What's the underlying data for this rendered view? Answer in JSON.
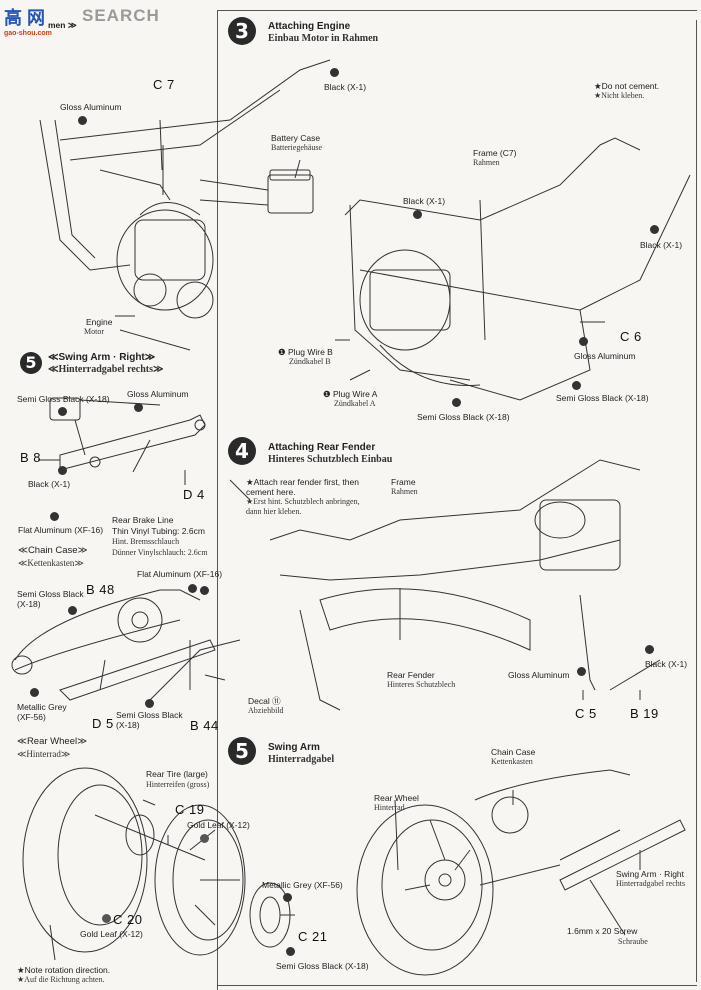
{
  "watermark": {
    "logo_text": "高 网",
    "logo_site": "gao-shou.com",
    "search_text": "SEARCH",
    "partial_heading": "men ≫"
  },
  "left_column": {
    "frame_section": {
      "part_c7": "C 7",
      "gloss_aluminum": "Gloss Aluminum",
      "battery_case_en": "Battery Case",
      "battery_case_de": "Batteriegehäuse",
      "engine_en": "Engine",
      "engine_de": "Motor"
    },
    "swing_arm_right": {
      "step": "5",
      "title_en": "≪Swing Arm · Right≫",
      "title_de": "≪Hinterradgabel rechts≫",
      "semi_gloss_black": "Semi Gloss Black (X-18)",
      "gloss_aluminum": "Gloss Aluminum",
      "part_b8": "B 8",
      "black": "Black (X-1)",
      "part_d4": "D 4",
      "flat_aluminum": "Flat Aluminum (XF-16)",
      "brake_line_en": "Rear Brake Line",
      "tubing_en": "Thin Vinyl Tubing: 2.6cm",
      "brake_line_de": "Hint. Bremsschlauch",
      "tubing_de": "Dünner Vinylschlauch: 2.6cm"
    },
    "chain_case": {
      "title_en": "≪Chain Case≫",
      "title_de": "≪Kettenkasten≫",
      "flat_aluminum": "Flat Aluminum (XF-16)",
      "part_b48": "B 48",
      "semi_gloss_black_1": "Semi Gloss Black",
      "semi_gloss_black_1_code": "(X-18)",
      "metallic_grey": "Metallic Grey",
      "metallic_grey_code": "(XF-56)",
      "part_d5": "D 5",
      "semi_gloss_black_2": "Semi Gloss Black",
      "semi_gloss_black_2_code": "(X-18)",
      "part_b44": "B 44",
      "decal_en": "Decal ⑪",
      "decal_de": "Abziehbild"
    },
    "rear_wheel": {
      "title_en": "≪Rear Wheel≫",
      "title_de": "≪Hinterrad≫",
      "rear_tire_en": "Rear Tire (large)",
      "rear_tire_de": "Hinterreifen (gross)",
      "part_c19": "C 19",
      "gold_leaf_1": "Gold Leaf (X-12)",
      "part_c20": "C 20",
      "gold_leaf_2": "Gold Leaf (X-12)",
      "metallic_grey": "Metallic Grey (XF-56)",
      "part_c21": "C 21",
      "semi_gloss_black": "Semi Gloss Black (X-18)",
      "note_en": "★Note rotation direction.",
      "note_de": "★Auf die Richtung achten."
    }
  },
  "step3": {
    "number": "3",
    "title_en": "Attaching Engine",
    "title_de": "Einbau Motor in Rahmen",
    "black_1": "Black (X-1)",
    "note_en": "★Do not cement.",
    "note_de": "★Nicht kleben.",
    "frame_en": "Frame (C7)",
    "frame_de": "Rahmen",
    "black_2": "Black (X-1)",
    "black_3": "Black (X-1)",
    "part_c6": "C 6",
    "gloss_aluminum": "Gloss Aluminum",
    "plug_wire_b_en": "❶ Plug Wire B",
    "plug_wire_b_de": "Zündkabel B",
    "plug_wire_a_en": "❶ Plug Wire A",
    "plug_wire_a_de": "Zündkabel A",
    "semi_gloss_black_1": "Semi Gloss Black (X-18)",
    "semi_gloss_black_2": "Semi Gloss Black (X-18)"
  },
  "step4": {
    "number": "4",
    "title_en": "Attaching Rear Fender",
    "title_de": "Hinteres Schutzblech Einbau",
    "note_en_1": "★Attach rear fender first, then",
    "note_en_2": "cement here.",
    "note_de_1": "★Erst hint. Schutzblech anbringen,",
    "note_de_2": "dann hier kleben.",
    "frame_en": "Frame",
    "frame_de": "Rahmen",
    "rear_fender_en": "Rear Fender",
    "rear_fender_de": "Hinteres Schutzblech",
    "gloss_aluminum": "Gloss Aluminum",
    "black": "Black (X-1)",
    "part_c5": "C 5",
    "part_b19": "B 19"
  },
  "step5": {
    "number": "5",
    "title_en": "Swing Arm",
    "title_de": "Hinterradgabel",
    "chain_case_en": "Chain Case",
    "chain_case_de": "Kettenkasten",
    "rear_wheel_en": "Rear Wheel",
    "rear_wheel_de": "Hinterrad",
    "swing_arm_en": "Swing Arm · Right",
    "swing_arm_de": "Hinterradgabel rechts",
    "screw_en": "1.6mm x 20 Screw",
    "screw_de": "Schraube"
  }
}
